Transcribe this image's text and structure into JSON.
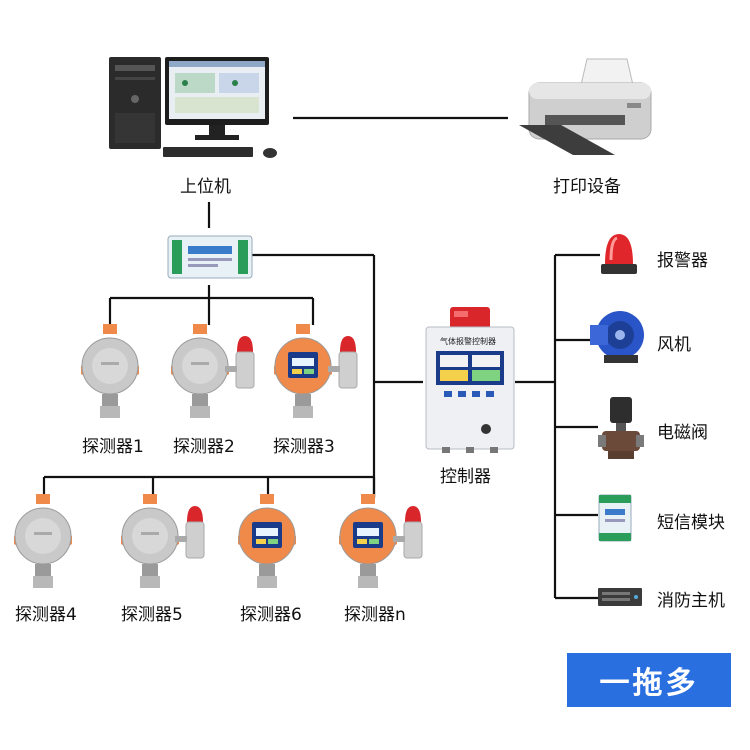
{
  "host": {
    "label": "上位机"
  },
  "printer": {
    "label": "打印设备"
  },
  "controller": {
    "label": "控制器",
    "panel_title": "气体报警控制器"
  },
  "detectors": [
    {
      "label": "探测器1",
      "kind": "plain"
    },
    {
      "label": "探测器2",
      "kind": "plain-alarm"
    },
    {
      "label": "探测器3",
      "kind": "display-alarm"
    },
    {
      "label": "探测器4",
      "kind": "plain"
    },
    {
      "label": "探测器5",
      "kind": "plain-alarm"
    },
    {
      "label": "探测器6",
      "kind": "display"
    },
    {
      "label": "探测器n",
      "kind": "display-alarm"
    }
  ],
  "outputs": [
    {
      "label": "报警器",
      "icon": "alarm-light-icon"
    },
    {
      "label": "风机",
      "icon": "blower-fan-icon"
    },
    {
      "label": "电磁阀",
      "icon": "solenoid-valve-icon"
    },
    {
      "label": "短信模块",
      "icon": "sms-module-icon"
    },
    {
      "label": "消防主机",
      "icon": "fire-host-icon"
    }
  ],
  "badge": {
    "text": "一拖多"
  },
  "colors": {
    "line": "#111111",
    "detector_body": "#c9c9c9",
    "detector_orange": "#f08a4b",
    "alarm_red": "#d9262b",
    "screen_blue": "#1a3a8a",
    "badge_blue": "#2a6fe0"
  }
}
